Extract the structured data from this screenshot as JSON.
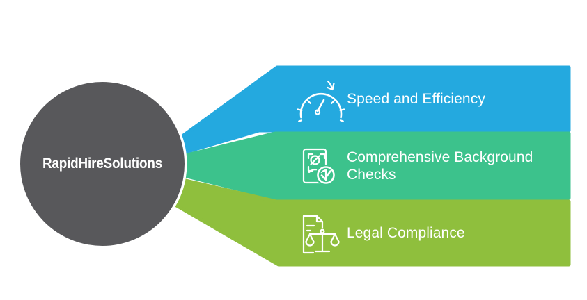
{
  "diagram": {
    "background": "#FFFFFF",
    "text_color": "#FFFFFF",
    "center": {
      "label": "RapidHireSolutions",
      "color": "#58585B"
    },
    "items": [
      {
        "label": "Speed and Efficiency",
        "color": "#24A9DF",
        "icon": "speedometer-arrow-icon"
      },
      {
        "label": "Comprehensive Background Checks",
        "color": "#3CC28C",
        "icon": "id-card-check-icon"
      },
      {
        "label": "Legal Compliance",
        "color": "#8FBF3D",
        "icon": "document-scales-icon"
      }
    ]
  }
}
